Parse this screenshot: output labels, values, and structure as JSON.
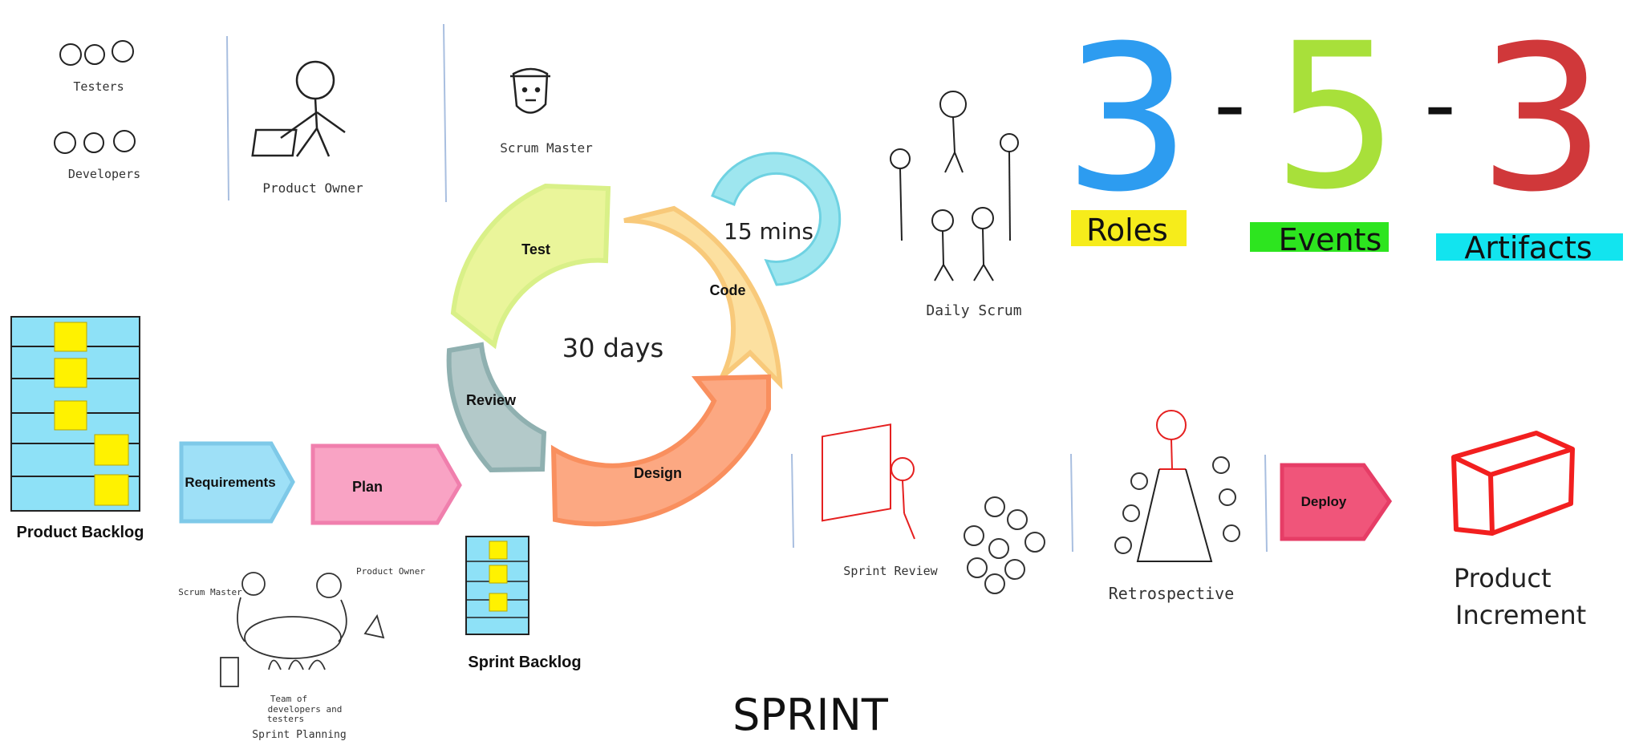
{
  "roles": {
    "testers": "Testers",
    "developers": "Developers",
    "product_owner": "Product Owner",
    "scrum_master": "Scrum Master"
  },
  "backlog": {
    "product_backlog": "Product Backlog",
    "sprint_backlog": "Sprint Backlog"
  },
  "flow": {
    "requirements": "Requirements",
    "plan": "Plan",
    "deploy": "Deploy"
  },
  "cycle": {
    "center": "30 days",
    "test": "Test",
    "code": "Code",
    "design": "Design",
    "review": "Review",
    "daily_loop": "15 mins"
  },
  "events": {
    "daily_scrum": "Daily Scrum",
    "sprint_review": "Sprint Review",
    "retrospective": "Retrospective",
    "sprint_planning": "Sprint Planning",
    "planning_scrum_master": "Scrum Master",
    "planning_product_owner": "Product Owner",
    "planning_team_line1": "Team of",
    "planning_team_line2": "developers and",
    "planning_team_line3": "testers"
  },
  "product_increment": {
    "line1": "Product",
    "line2": "Increment"
  },
  "framework": {
    "number1": "3",
    "dash1": "-",
    "number2": "5",
    "dash2": "-",
    "number3": "3",
    "label_roles": "Roles",
    "label_events": "Events",
    "label_artifacts": "Artifacts"
  },
  "footer": {
    "title": "SPRINT"
  },
  "colors": {
    "requirements": "#9ee0f7",
    "plan": "#f9a3c4",
    "deploy": "#f0557a",
    "test": "#eaf59a",
    "code": "#fce0a0",
    "design": "#fca882",
    "review": "#b3c9c9",
    "loop": "#9ee6ef",
    "backlog_blue": "#8ee1f7",
    "sticky": "#fff200",
    "num_blue": "#2d9cf0",
    "num_green": "#a8e03a",
    "num_red": "#d0383a",
    "hl_yellow": "#f6ec1b",
    "hl_green": "#2de51f",
    "hl_cyan": "#12e4ef",
    "increment_red": "#f21f1f"
  }
}
